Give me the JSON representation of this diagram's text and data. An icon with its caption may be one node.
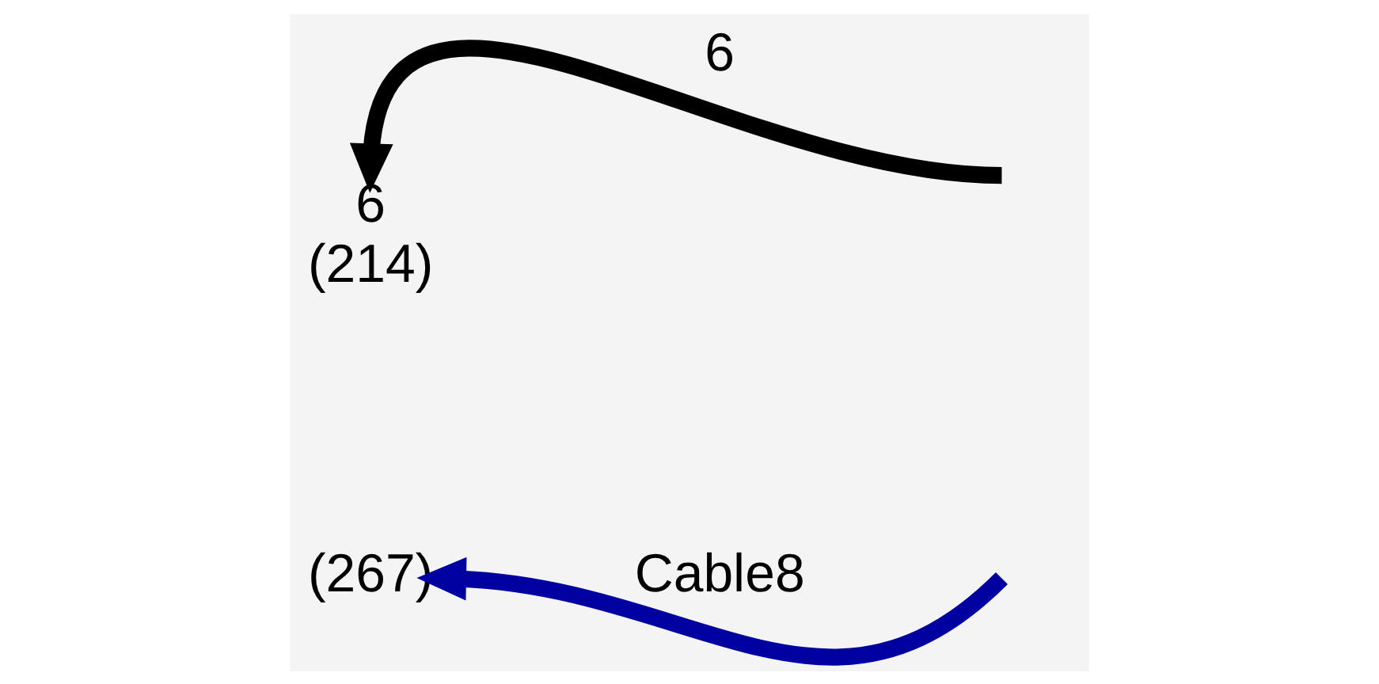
{
  "diagram": {
    "nodes": [
      {
        "text": [
          "6",
          "(214)"
        ]
      },
      {
        "text": [
          "(267)"
        ]
      }
    ],
    "edges": [
      {
        "from": null,
        "to": 0,
        "arrow": "to",
        "label": "6"
      },
      {
        "from": null,
        "to": 1,
        "arrow": "to",
        "label": "Cable8",
        "color": "#0000a0"
      }
    ]
  }
}
